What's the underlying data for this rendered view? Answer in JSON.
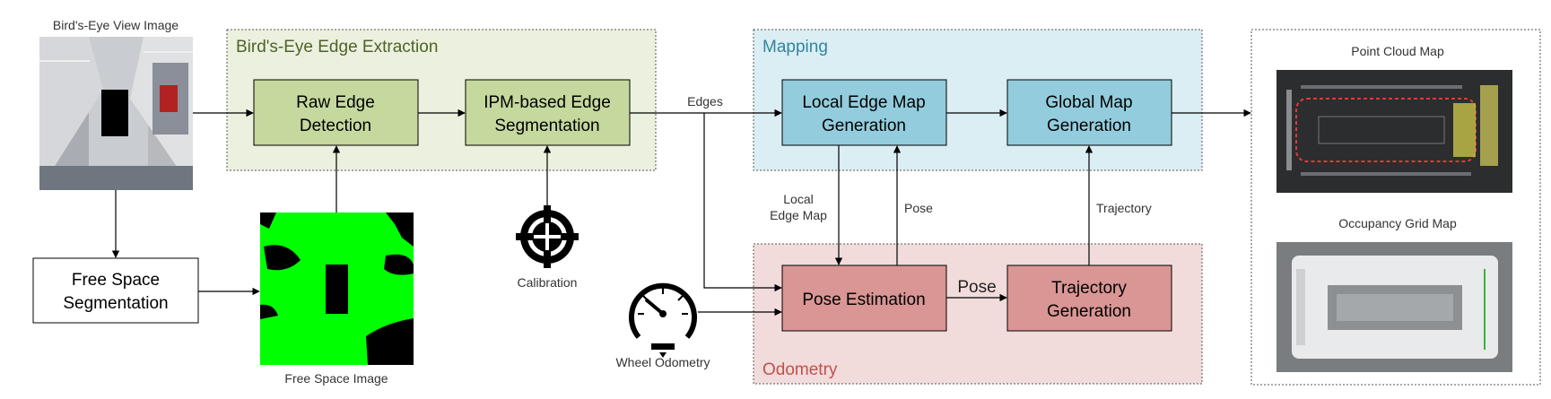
{
  "labels": {
    "bev_image": "Bird's-Eye View Image",
    "free_space_image": "Free Space Image",
    "calibration": "Calibration",
    "wheel_odometry": "Wheel Odometry",
    "edges": "Edges",
    "local_edge_map_1": "Local",
    "local_edge_map_2": "Edge Map",
    "pose_vertical": "Pose",
    "trajectory": "Trajectory",
    "pose_horizontal": "Pose"
  },
  "groups": {
    "edge_extraction": "Bird's-Eye Edge Extraction",
    "mapping": "Mapping",
    "odometry": "Odometry"
  },
  "boxes": {
    "raw_edge_1": "Raw Edge",
    "raw_edge_2": "Detection",
    "ipm_1": "IPM-based Edge",
    "ipm_2": "Segmentation",
    "free_space_1": "Free Space",
    "free_space_2": "Segmentation",
    "local_map_1": "Local Edge Map",
    "local_map_2": "Generation",
    "global_map_1": "Global Map",
    "global_map_2": "Generation",
    "pose_estimation": "Pose Estimation",
    "trajectory_gen_1": "Trajectory",
    "trajectory_gen_2": "Generation"
  },
  "outputs": {
    "point_cloud_map": "Point Cloud Map",
    "occupancy_grid_map": "Occupancy Grid Map"
  },
  "colors": {
    "edge_fill": "#c5d89e",
    "edge_group_bg": "#ebf1de",
    "mapping_fill": "#93cddd",
    "mapping_group_bg": "#dbeef4",
    "odometry_fill": "#d99694",
    "odometry_group_bg": "#f2dcdb",
    "edge_title": "#4f6228",
    "mapping_title": "#31859c",
    "odometry_title": "#c0504d",
    "free_space_green": "#00ff00"
  }
}
